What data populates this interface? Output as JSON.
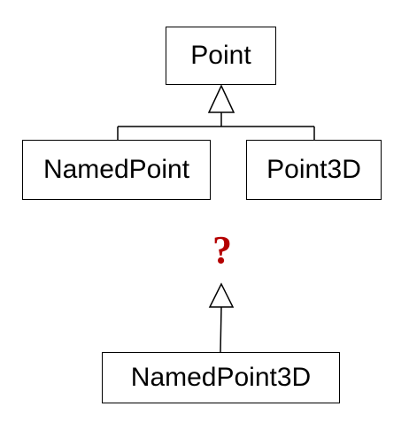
{
  "diagram": {
    "classes": {
      "point": "Point",
      "named_point": "NamedPoint",
      "point_3d": "Point3D",
      "named_point_3d": "NamedPoint3D"
    },
    "question_mark": "?",
    "relations": [
      {
        "type": "inheritance",
        "from": "NamedPoint",
        "to": "Point"
      },
      {
        "type": "inheritance",
        "from": "Point3D",
        "to": "Point"
      },
      {
        "type": "inheritance",
        "from": "NamedPoint3D",
        "to": "?"
      }
    ],
    "colors": {
      "line": "#000000",
      "box_border": "#000000",
      "question_mark": "#b40000",
      "background": "#ffffff"
    }
  }
}
